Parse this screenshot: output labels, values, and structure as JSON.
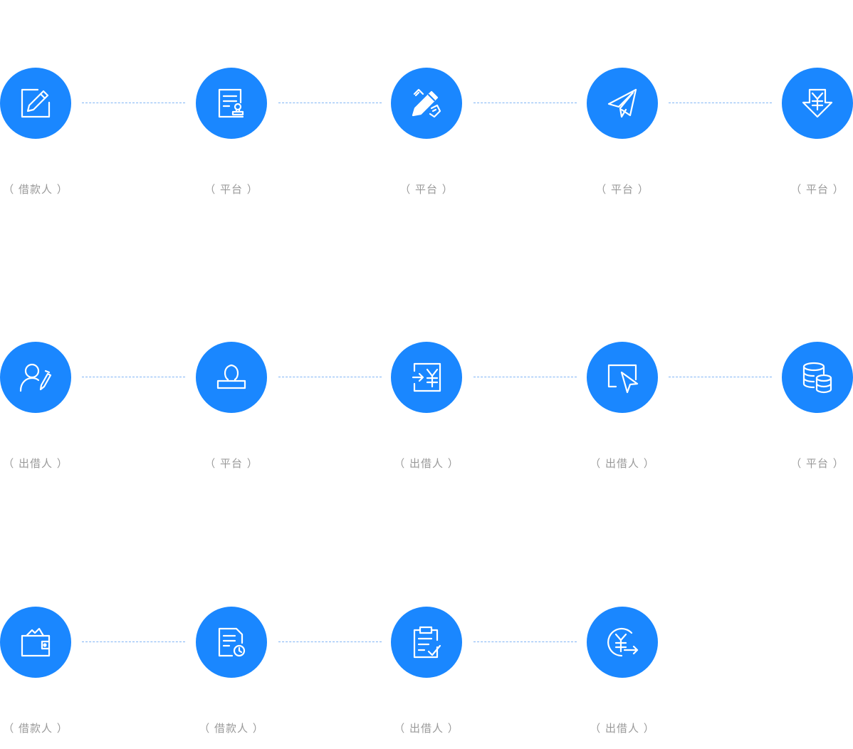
{
  "rows": [
    {
      "steps": [
        {
          "icon": "edit-form-icon",
          "role": "（ 借款人 ）"
        },
        {
          "icon": "document-stamp-icon",
          "role": "（ 平台 ）"
        },
        {
          "icon": "pencil-sign-icon",
          "role": "（ 平台 ）"
        },
        {
          "icon": "paper-plane-icon",
          "role": "（ 平台 ）"
        },
        {
          "icon": "yen-download-icon",
          "role": "（ 平台 ）"
        }
      ]
    },
    {
      "steps": [
        {
          "icon": "user-edit-icon",
          "role": "（ 出借人 ）"
        },
        {
          "icon": "stamp-icon",
          "role": "（ 平台 ）"
        },
        {
          "icon": "yen-transfer-in-icon",
          "role": "（ 出借人 ）"
        },
        {
          "icon": "cursor-click-icon",
          "role": "（ 出借人 ）"
        },
        {
          "icon": "database-coins-icon",
          "role": "（ 平台 ）"
        }
      ]
    },
    {
      "steps": [
        {
          "icon": "wallet-icon",
          "role": "（ 借款人 ）"
        },
        {
          "icon": "document-clock-icon",
          "role": "（ 借款人 ）"
        },
        {
          "icon": "clipboard-check-icon",
          "role": "（ 出借人 ）"
        },
        {
          "icon": "yen-return-icon",
          "role": "（ 出借人 ）"
        }
      ]
    }
  ],
  "colors": {
    "node": "#1a87ff",
    "connector": "#7fb4f5",
    "caption": "#9a9a9a"
  }
}
